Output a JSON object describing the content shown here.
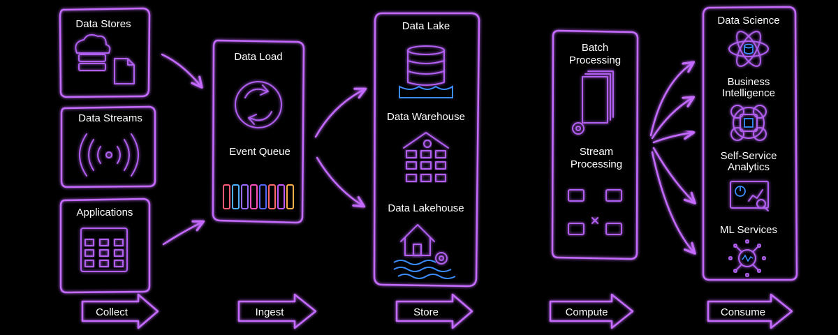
{
  "colors": {
    "neon": "#c46bff",
    "background": "#000000",
    "accent_blue": "#3a8cff"
  },
  "sources": {
    "data_stores": "Data Stores",
    "data_streams": "Data Streams",
    "applications": "Applications"
  },
  "ingest": {
    "data_load": "Data Load",
    "event_queue": "Event Queue"
  },
  "store": {
    "data_lake": "Data Lake",
    "data_warehouse": "Data Warehouse",
    "data_lakehouse": "Data Lakehouse"
  },
  "compute": {
    "batch_line1": "Batch",
    "batch_line2": "Processing",
    "stream_line1": "Stream",
    "stream_line2": "Processing"
  },
  "consume": {
    "data_science": "Data Science",
    "bi_line1": "Business",
    "bi_line2": "Intelligence",
    "ssa_line1": "Self-Service",
    "ssa_line2": "Analytics",
    "ml_services": "ML Services"
  },
  "stages": [
    "Collect",
    "Ingest",
    "Store",
    "Compute",
    "Consume"
  ],
  "queue_colors": [
    "#ff5a78",
    "#4fb0ff",
    "#9a6bff",
    "#ff4fbf",
    "#5566ff",
    "#ff6a6a",
    "#c05aff",
    "#ffb04a"
  ],
  "icons": [
    "cloud-server-icon",
    "document-icon",
    "signal-waves-icon",
    "app-grid-icon",
    "refresh-icon",
    "database-icon",
    "hierarchy-icon",
    "house-gear-icon",
    "batch-documents-icon",
    "network-computers-icon",
    "atom-icon",
    "chip-icon",
    "analytics-screen-icon",
    "ml-circuit-icon"
  ]
}
